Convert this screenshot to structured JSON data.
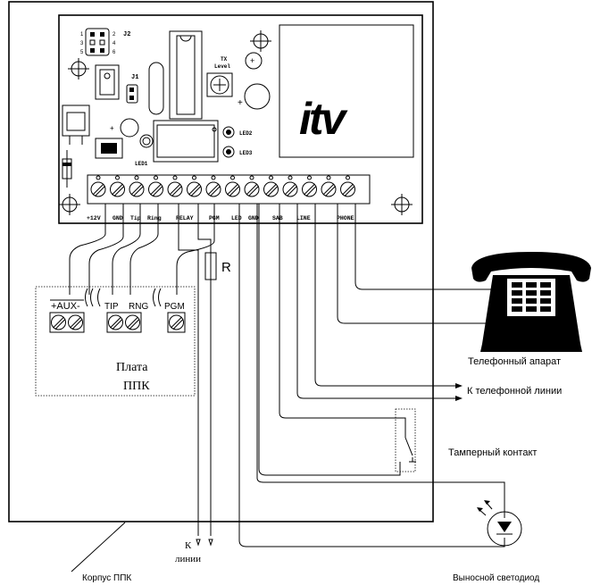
{
  "board": {
    "jumper_j2": "J2",
    "jumper_j1": "J1",
    "pin_numbers": [
      "1",
      "2",
      "3",
      "4",
      "5",
      "6"
    ],
    "tx_level": [
      "TX",
      "Level"
    ],
    "led1": "LED1",
    "led2": "LED2",
    "led3": "LED3",
    "logo": "itv",
    "terminal_labels": [
      "+12V",
      "GND",
      "Tip",
      "Ring",
      "RELAY",
      "PGM",
      "LED",
      "GND",
      "SAB",
      "LINE",
      "PHONE"
    ]
  },
  "control_panel": {
    "terminal_labels": [
      "+AUX-",
      "TIP",
      "RNG",
      "PGM"
    ],
    "title_line1": "Плата",
    "title_line2": "ППК"
  },
  "resistor_label": "R",
  "labels": {
    "phone": "Телефонный апарат",
    "phone_line": "К телефонной линии",
    "tamper": "Тамперный контакт",
    "to_line_1": "К",
    "to_line_2": "линии",
    "case": "Корпус ППК",
    "remote_led": "Выносной светодиод"
  }
}
